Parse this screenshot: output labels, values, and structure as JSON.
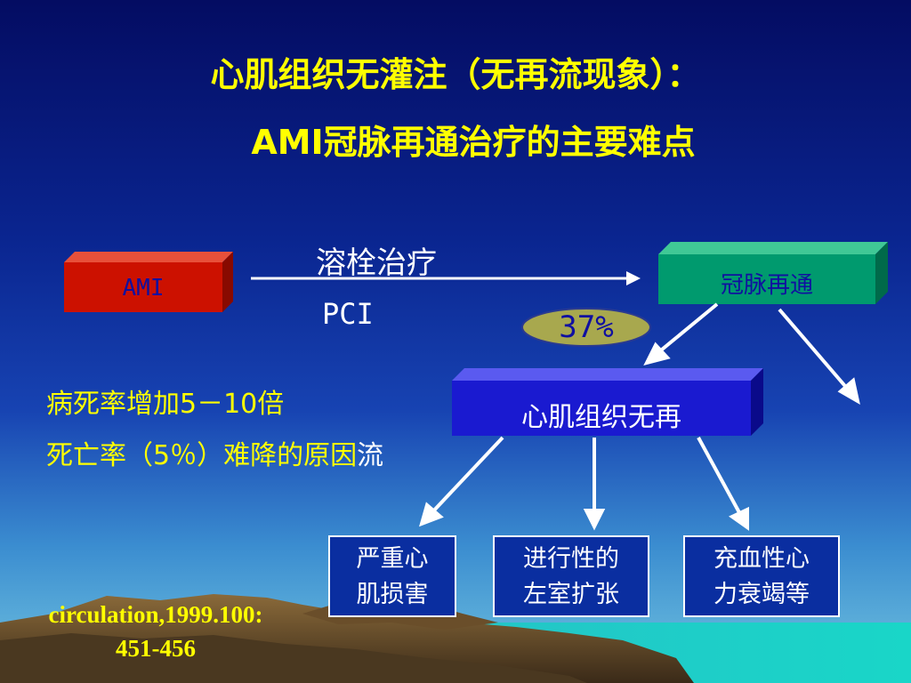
{
  "title": {
    "line1": "心肌组织无灌注（无再流现象）：",
    "line2": "AMI冠脉再通治疗的主要难点"
  },
  "boxes": {
    "ami": "AMI",
    "recanalization": "冠脉再通",
    "no_reflow": "心肌组织无再"
  },
  "arrow_labels": {
    "above": "溶栓治疗",
    "below": "PCI"
  },
  "percentage": "37%",
  "side_notes": [
    "病死率增加5－10倍",
    "死亡率（5％）难降的原因"
  ],
  "overflow_char": "流",
  "outcomes": [
    {
      "line1": "严重心",
      "line2": "肌损害"
    },
    {
      "line1": "进行性的",
      "line2": "左室扩张"
    },
    {
      "line1": "充血性心",
      "line2": "力衰竭等"
    }
  ],
  "citation": {
    "line1": "circulation,1999.100:",
    "line2": "451-456"
  },
  "colors": {
    "title": "#ffff00",
    "ami_box": "#cc1100",
    "recanalization_box": "#009a6e",
    "no_reflow_box": "#1a1ad0",
    "ellipse": "#a8a84e"
  }
}
